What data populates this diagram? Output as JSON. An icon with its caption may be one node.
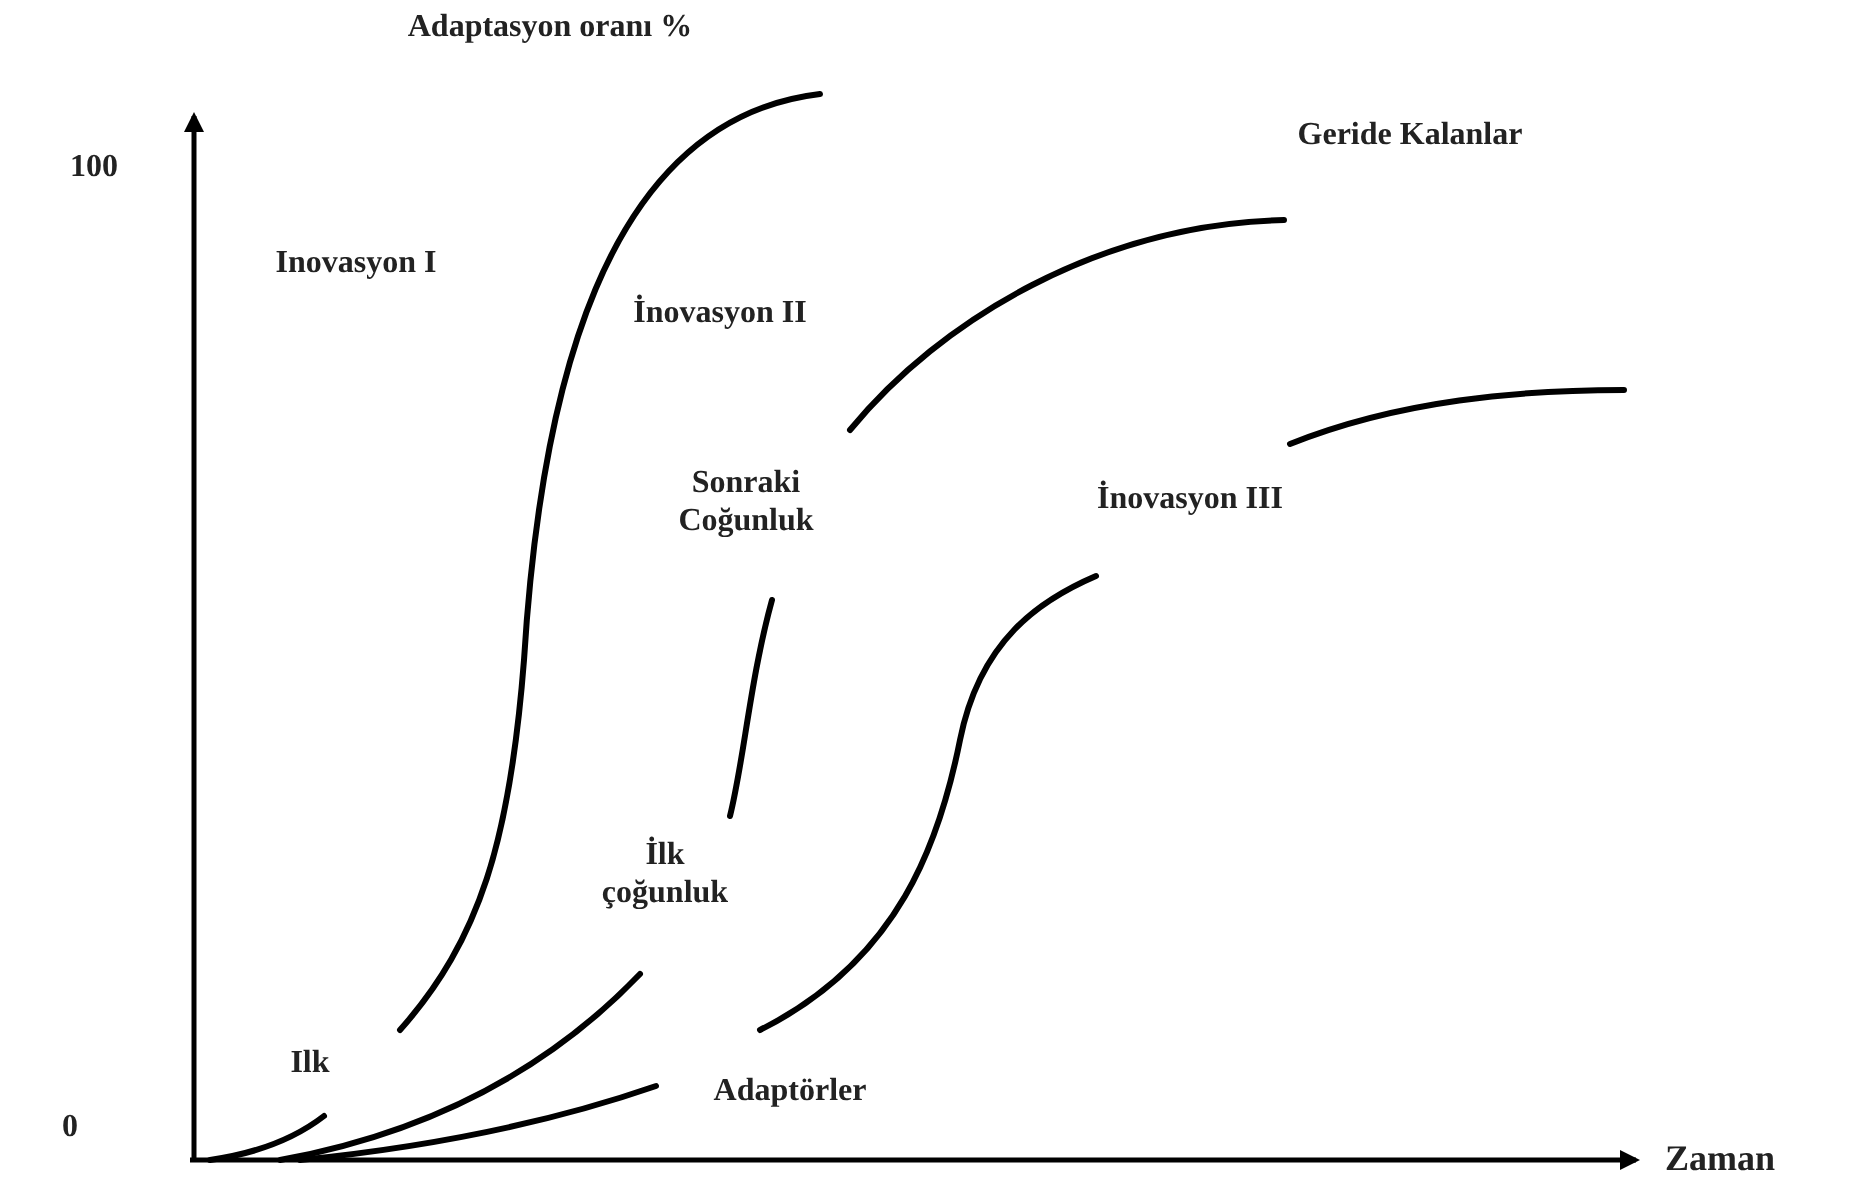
{
  "diagram": {
    "labels": [
      "Adaptasyon oranı %",
      "100",
      "Geride Kalanlar",
      "Inovasyon I",
      "İnovasyon II",
      "Sonraki Coğunluk",
      "İnovasyon III",
      "İlk çoğunluk",
      "Ilk",
      "Adaptörler",
      "0",
      "Zaman"
    ]
  }
}
